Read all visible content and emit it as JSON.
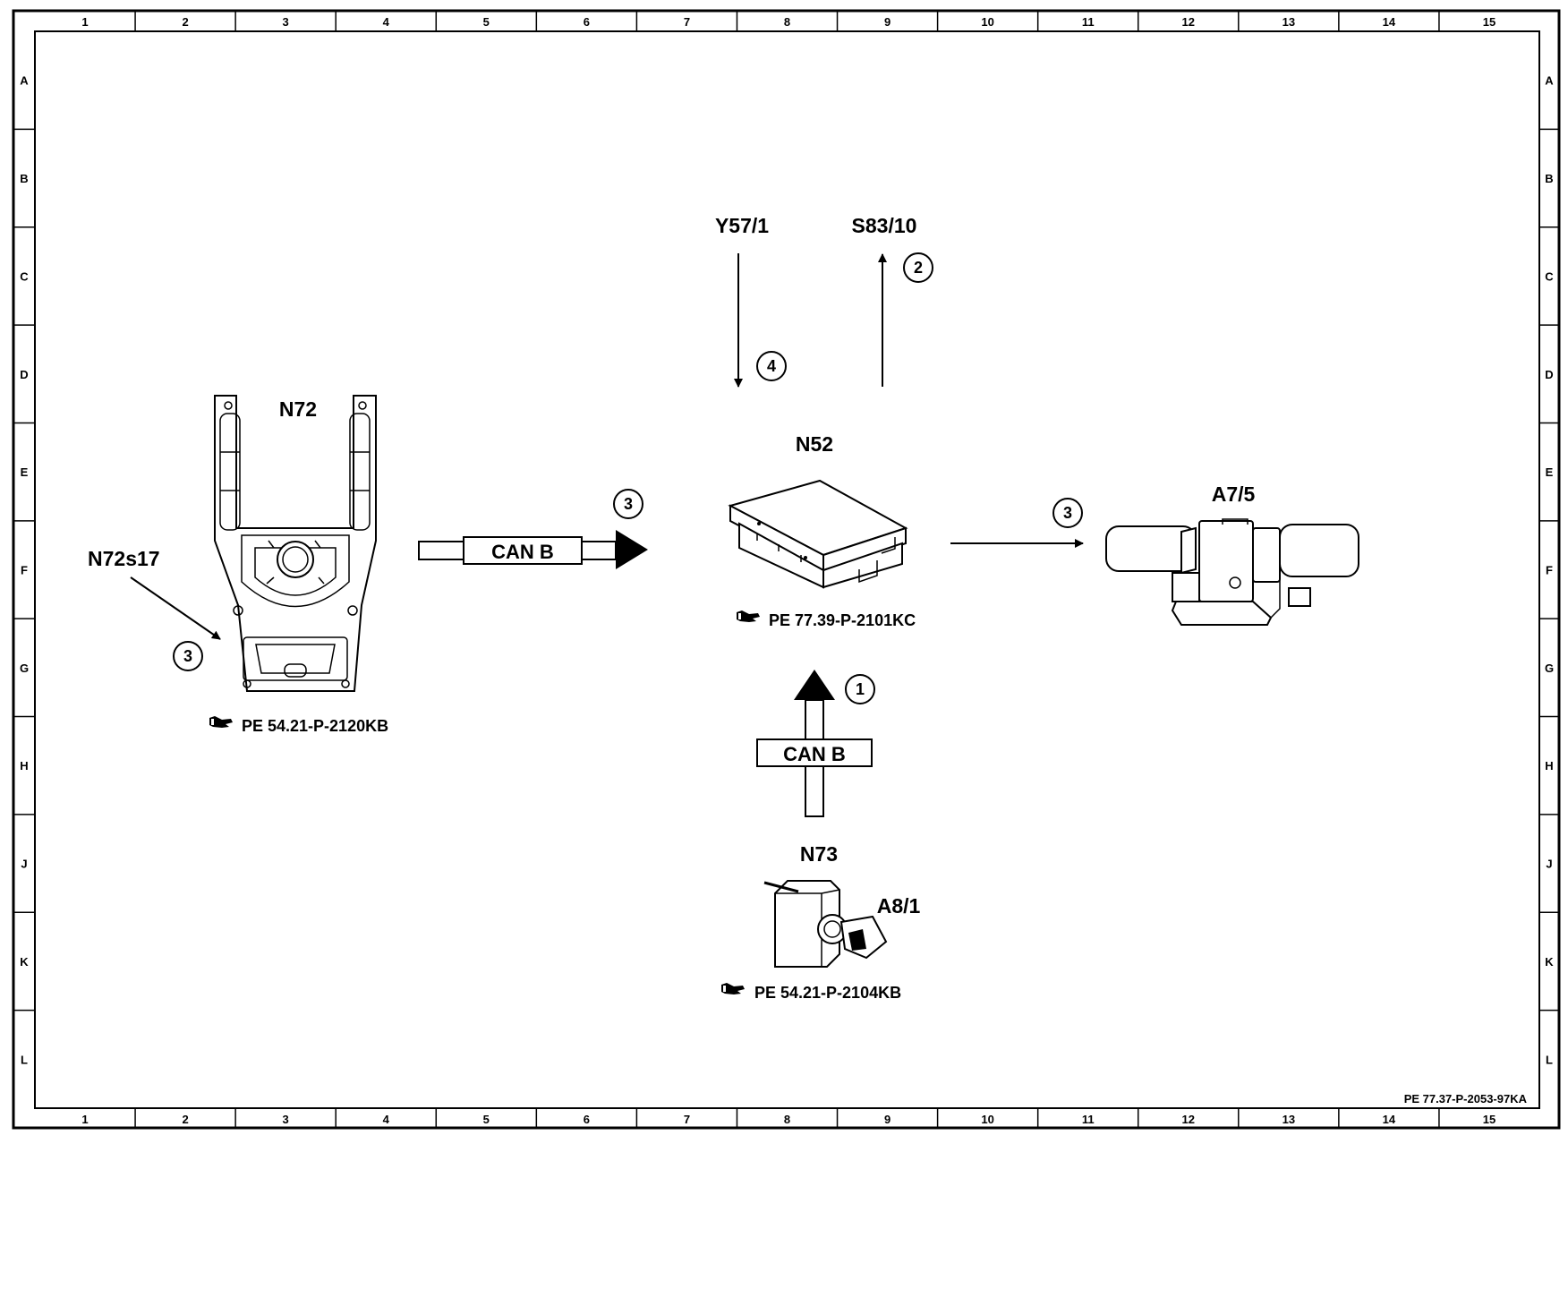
{
  "frame": {
    "columns": [
      "1",
      "2",
      "3",
      "4",
      "5",
      "6",
      "7",
      "8",
      "9",
      "10",
      "11",
      "12",
      "13",
      "14",
      "15"
    ],
    "rows": [
      "A",
      "B",
      "C",
      "D",
      "E",
      "F",
      "G",
      "H",
      "J",
      "K",
      "L"
    ]
  },
  "components": {
    "n72": "N72",
    "n72s17": "N72s17",
    "n52": "N52",
    "a7_5": "A7/5",
    "n73": "N73",
    "a8_1": "A8/1",
    "y57_1": "Y57/1",
    "s83_10": "S83/10"
  },
  "references": {
    "n72_ref": "PE 54.21-P-2120KB",
    "n52_ref": "PE 77.39-P-2101KC",
    "n73_ref": "PE 54.21-P-2104KB"
  },
  "can_labels": {
    "horizontal": "CAN B",
    "vertical": "CAN B"
  },
  "signal_numbers": {
    "sig_1": "1",
    "sig_2": "2",
    "sig_3_n72s17": "3",
    "sig_3_can": "3",
    "sig_3_a75": "3",
    "sig_4": "4"
  },
  "document_id": "PE 77.37-P-2053-97KA"
}
